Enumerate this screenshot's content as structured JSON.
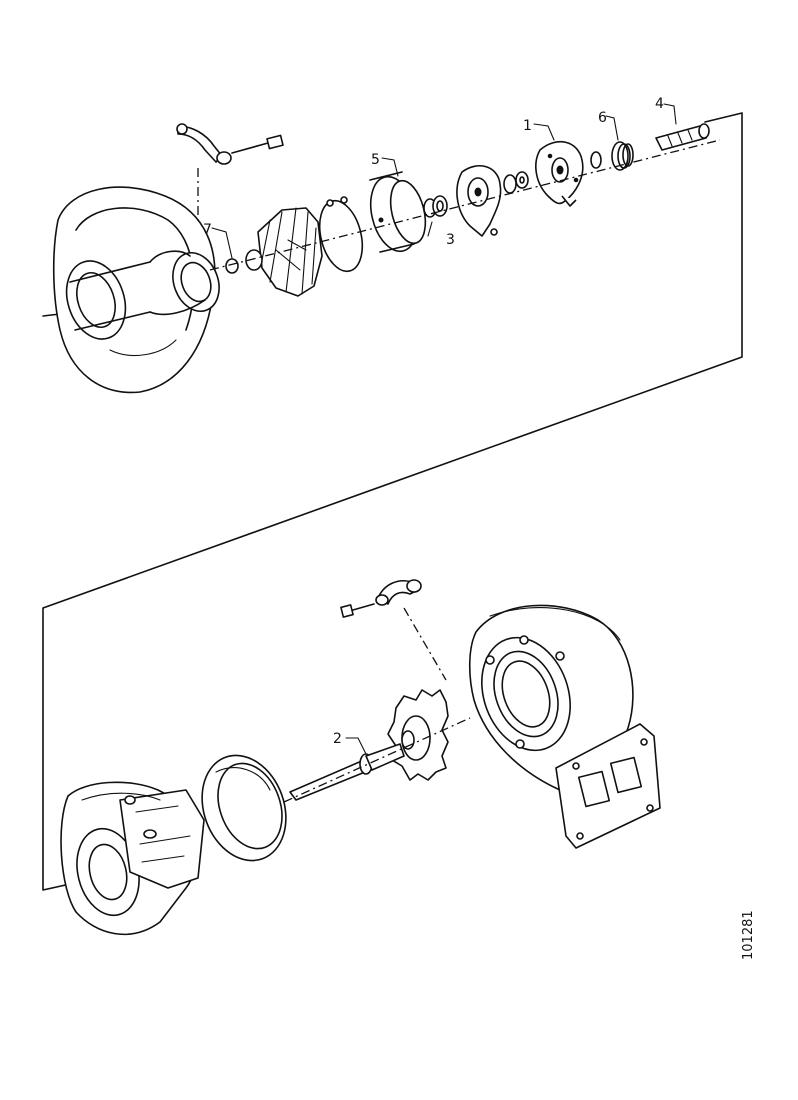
{
  "callouts": [
    {
      "id": "1",
      "label": "1"
    },
    {
      "id": "2",
      "label": "2"
    },
    {
      "id": "3",
      "label": "3"
    },
    {
      "id": "4",
      "label": "4"
    },
    {
      "id": "5",
      "label": "5"
    },
    {
      "id": "6",
      "label": "6"
    },
    {
      "id": "7",
      "label": "7"
    }
  ],
  "figure_code": "101281"
}
